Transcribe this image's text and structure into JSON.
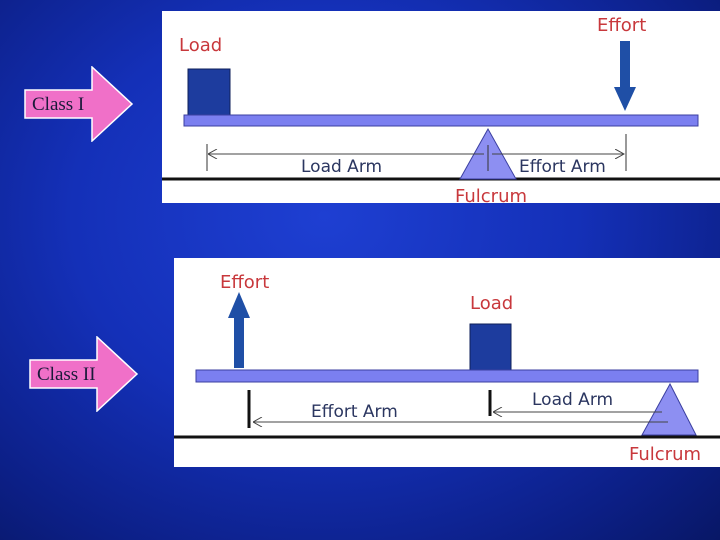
{
  "class1": {
    "arrow_label": "Class I",
    "load": "Load",
    "effort": "Effort",
    "load_arm": "Load Arm",
    "effort_arm": "Effort Arm",
    "fulcrum": "Fulcrum"
  },
  "class2": {
    "arrow_label": "Class II",
    "effort": "Effort",
    "load": "Load",
    "effort_arm": "Effort Arm",
    "load_arm": "Load Arm",
    "fulcrum": "Fulcrum"
  },
  "colors": {
    "background": "#1430b8",
    "beam": "#7b7ff0",
    "load_box": "#1d3c9e",
    "effort_arrow": "#1f4fa6",
    "fulcrum": "#8d8ff2",
    "label_red": "#c8383c",
    "pointer_arrow": "#f070c8"
  }
}
